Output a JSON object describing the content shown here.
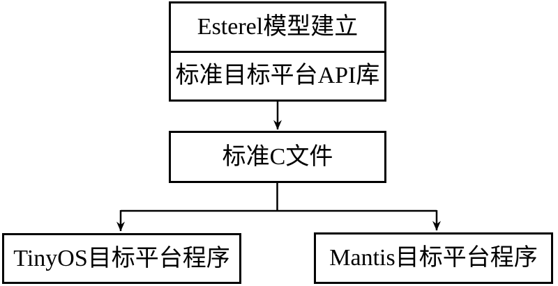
{
  "colors": {
    "background": "#ffffff",
    "line": "#000000",
    "text": "#000000"
  },
  "nodes": {
    "esterel_model": {
      "label": "Esterel模型建立"
    },
    "api_library": {
      "label": "标准目标平台API库"
    },
    "c_file": {
      "label": "标准C文件"
    },
    "tinyos_program": {
      "label": "TinyOS目标平台程序"
    },
    "mantis_program": {
      "label": "Mantis目标平台程序"
    }
  }
}
